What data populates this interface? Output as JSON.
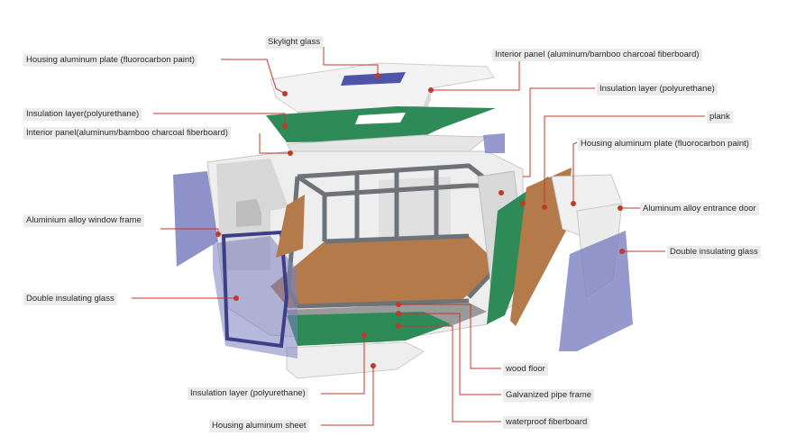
{
  "labels": {
    "skylight_glass": "Skylight glass",
    "housing_plate_top": "Housing aluminum plate (fluorocarbon paint)",
    "insulation_top": "Insulation layer(polyurethane)",
    "interior_panel_top": "Interior panel(aluminum/bamboo charcoal fiberboard)",
    "window_frame": "Aluminium alloy window frame",
    "double_glass_left": "Double insulating glass",
    "insulation_bottom": "Insulation layer (polyurethane)",
    "housing_sheet": "Housing aluminum sheet",
    "interior_panel_right": "Interior panel (aluminum/bamboo charcoal fiberboard)",
    "insulation_right": "Insulation layer (polyurethane)",
    "plank": "plank",
    "housing_plate_right": "Housing aluminum plate (fluorocarbon paint)",
    "entrance_door": "Aluminum alloy entrance door",
    "double_glass_right": "Double insulating glass",
    "wood_floor": "wood floor",
    "pipe_frame": "Galvanized pipe frame",
    "waterproof_board": "waterproof fiberboard"
  },
  "colors": {
    "leader_line": "#c0392b",
    "insulation_green": "#2e8b57",
    "glass_blue": "#7a7fc0",
    "wood": "#b57a4a",
    "frame_gray": "#6f7378",
    "shell_white": "#f2f2f2"
  }
}
